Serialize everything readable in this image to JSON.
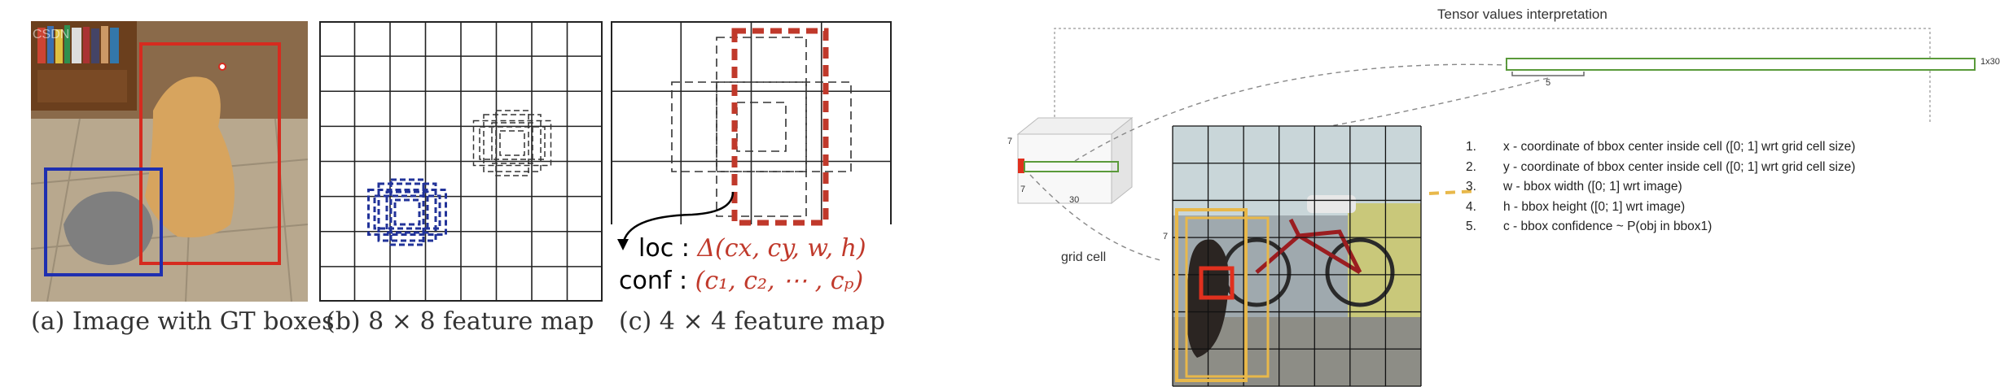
{
  "left": {
    "panel_a": {
      "caption": "(a) Image with GT boxes",
      "watermark": "CSDN"
    },
    "panel_b": {
      "caption": "(b) 8 × 8 feature map"
    },
    "panel_c": {
      "caption": "(c) 4 × 4 feature map",
      "loc_label": "loc",
      "loc_value": "Δ(cx, cy, w, h)",
      "conf_label": "conf",
      "conf_value": "(c₁, c₂, ⋯ , cₚ)"
    }
  },
  "right": {
    "title": "Tensor values interpretation",
    "tensor_size_label": "1x30",
    "slice_label": "5",
    "cube_dims": {
      "height": "7",
      "depth": "7",
      "width": "30"
    },
    "grid_side_label": "7",
    "grid_cell_label": "grid cell",
    "items": [
      {
        "num": "1.",
        "text": "x - coordinate of bbox center inside cell ([0; 1] wrt grid cell size)"
      },
      {
        "num": "2.",
        "text": "y - coordinate of bbox center inside cell ([0; 1] wrt grid cell size)"
      },
      {
        "num": "3.",
        "text": "w - bbox width ([0; 1] wrt image)"
      },
      {
        "num": "4.",
        "text": "h - bbox height ([0; 1] wrt image)"
      },
      {
        "num": "5.",
        "text": "c - bbox confidence ~ P(obj in bbox1)"
      }
    ]
  },
  "colors": {
    "gt_red": "#d62b1f",
    "gt_blue": "#1e2fb0",
    "anchor_blue": "#223399",
    "anchor_red": "#c0392b",
    "tensor_green": "#5a9a3a",
    "yolo_yellow": "#e8b84a",
    "yolo_red": "#e0301e"
  }
}
